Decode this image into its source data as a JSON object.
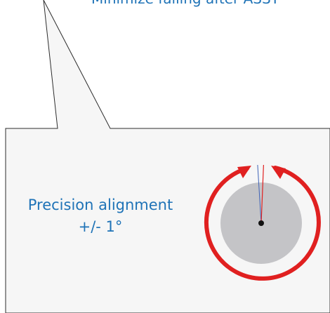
{
  "callout": {
    "top_caption": "Minimize falling after ASST",
    "label_line1": "Precision alignment",
    "label_line2": "+/- 1°"
  },
  "colors": {
    "text_blue": "#1f73b7",
    "arrow_red": "#e02020",
    "disc_gray": "#c4c4c7",
    "panel_border": "#2c2c2c",
    "panel_fill": "#f6f6f6"
  },
  "icons": {
    "rotation_dial": "rotation-alignment-dial"
  }
}
